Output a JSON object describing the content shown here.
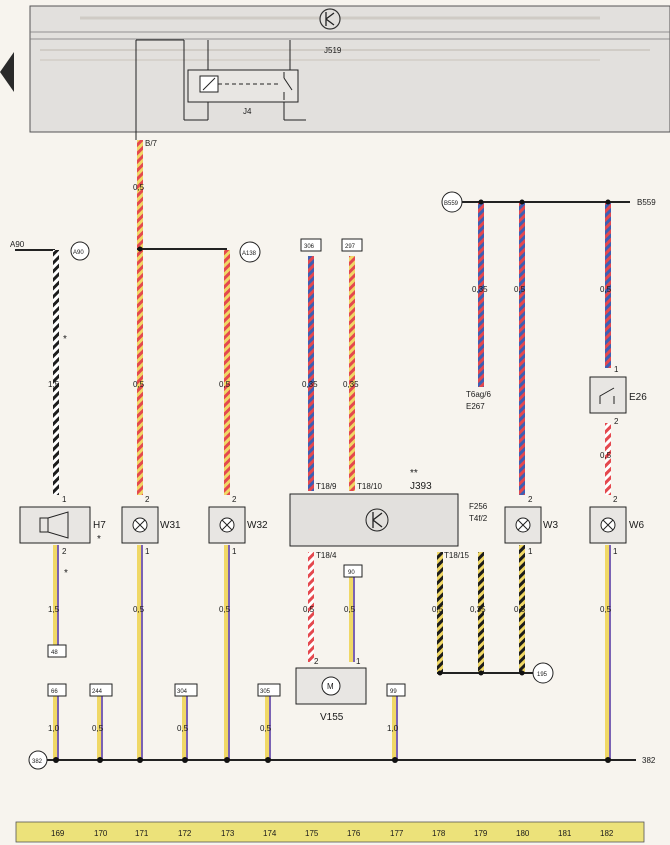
{
  "header": {
    "control_unit_top": "J519",
    "relay_j4": "J4",
    "b7": "B/7"
  },
  "connectors": {
    "a90_left": "A90",
    "a90_circle": "A90",
    "a138_circle": "A138",
    "b559_circle": "B559",
    "b559_right": "B559",
    "ground_circle": "382",
    "ground_right": "382",
    "circle_195": "195"
  },
  "box_refs": {
    "r306": "306",
    "r297": "297",
    "r90": "90",
    "r48": "48",
    "r66": "66",
    "r244": "244",
    "r304": "304",
    "r305": "305",
    "r99": "99"
  },
  "wire_sizes": {
    "s_b7": "0,5",
    "s_a90": "1,5",
    "s_171": "0,5",
    "s_173": "0,5",
    "s_175": "0,35",
    "s_176": "0,35",
    "s_178_top": "0,35",
    "s_180_top": "0,5",
    "s_182_top": "0,5",
    "s_182_mid": "0,5",
    "s_h7_low": "1,5",
    "s_171_low": "0,5",
    "s_173_low": "0,5",
    "s_175_low": "0,5",
    "s_176_low": "0,5",
    "s_178_low": "0,5",
    "s_179_low": "0,35",
    "s_180_low": "0,5",
    "s_182_low": "0,5",
    "s_169_g": "1,0",
    "s_170_g": "0,5",
    "s_172_g": "0,5",
    "s_174_g": "0,5",
    "s_177_g": "1,0"
  },
  "pins": {
    "h7_1": "1",
    "h7_2": "2",
    "w31_2": "2",
    "w31_1": "1",
    "w32_2": "2",
    "w32_1": "1",
    "w3_2": "2",
    "w3_1": "1",
    "w6_2": "2",
    "w6_1": "1",
    "e26_1": "1",
    "e26_2": "2",
    "v155_2": "2",
    "v155_1": "1"
  },
  "components": {
    "h7": "H7",
    "w31": "W31",
    "w32": "W32",
    "w3": "W3",
    "w6": "W6",
    "e26": "E26",
    "v155": "V155",
    "motor": "M",
    "j393": "J393",
    "j393_star": "**",
    "t18_9": "T18/9",
    "t18_10": "T18/10",
    "t18_4": "T18/4",
    "t18_15": "T18/15",
    "f256": "F256",
    "t4f2": "T4f/2",
    "t6ag6": "T6ag/6",
    "e267": "E267",
    "star1": "*",
    "star2": "*",
    "star3": "*"
  },
  "footer": {
    "numbers": [
      "169",
      "170",
      "171",
      "172",
      "173",
      "174",
      "175",
      "176",
      "177",
      "178",
      "179",
      "180",
      "181",
      "182"
    ]
  },
  "colors": {
    "footer_bg": "#ece27a",
    "header_bg": "#e2e0dd",
    "wire_red": "#e4484e",
    "wire_blue": "#3d5fb4",
    "wire_yellow": "#f0d866",
    "wire_violet": "#7a62b4",
    "wire_black": "#1c1c1c"
  }
}
